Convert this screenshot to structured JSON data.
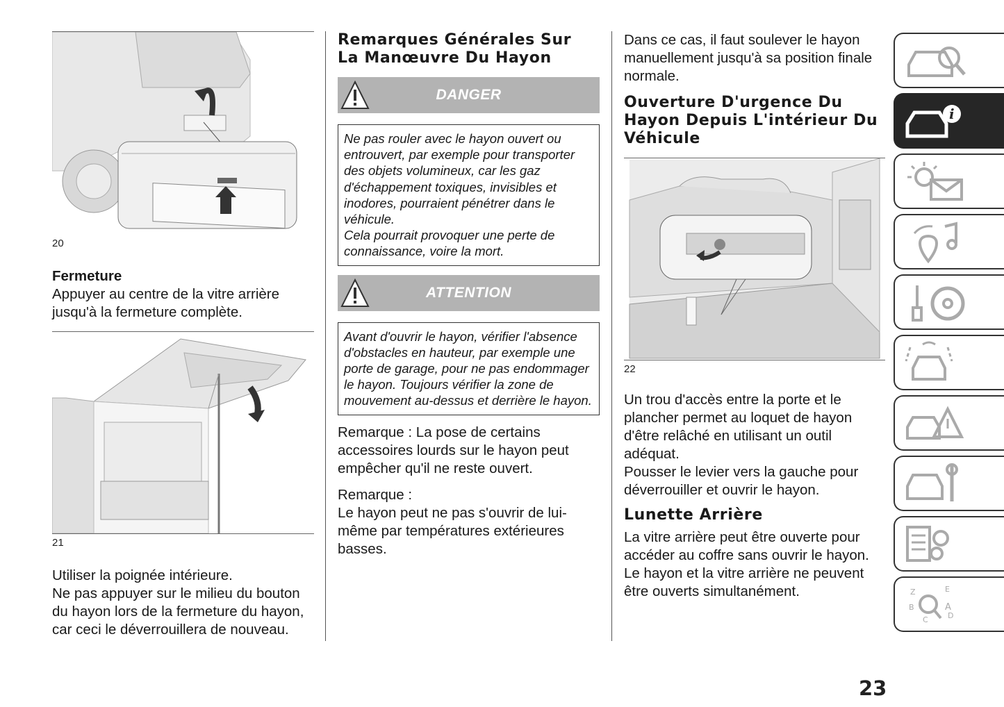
{
  "left": {
    "fig20_num": "20",
    "fermeture_heading": "Fermeture",
    "fermeture_text": "Appuyer au centre de la vitre arrière jusqu'à la fermeture complète.",
    "fig21_num": "21",
    "poignee_text_1": "Utiliser la poignée intérieure.",
    "poignee_text_2": "Ne pas appuyer sur le milieu du bouton du hayon lors de la fermeture du hayon, car ceci le déverrouillera de nouveau."
  },
  "middle": {
    "section_title": "Remarques Générales Sur La Manœuvre Du Hayon",
    "danger_title": "DANGER",
    "danger_text_1": "Ne pas rouler avec le hayon ouvert ou entrouvert, par exemple pour transporter des objets volumineux, car les gaz d'échappement toxiques, invisibles et inodores, pourraient pénétrer dans le véhicule.",
    "danger_text_2": "Cela pourrait provoquer une perte de connaissance, voire la mort.",
    "attention_title": "ATTENTION",
    "attention_text": "Avant d'ouvrir le hayon, vérifier l'absence d'obstacles en hauteur, par exemple une porte de garage, pour ne pas endommager le hayon. Toujours vérifier la zone de mouvement au-dessus et derrière le hayon.",
    "remark1_label": "Remarque :",
    "remark1_text": " La pose de certains accessoires lourds sur le hayon peut empêcher qu'il ne reste ouvert.",
    "remark2_label": "Remarque :",
    "remark2_text": "Le hayon peut ne pas s'ouvrir de lui-même par températures extérieures basses."
  },
  "right": {
    "intro_text": "Dans ce cas, il faut soulever le hayon manuellement jusqu'à sa position finale normale.",
    "urgence_title": "Ouverture D'urgence Du Hayon Depuis L'intérieur Du Véhicule",
    "fig22_num": "22",
    "trou_text": "Un trou d'accès entre la porte et le plancher permet au loquet de hayon d'être relâché en utilisant un outil adéquat.",
    "pousser_text": "Pousser le levier vers la gauche pour déverrouiller et ouvrir le hayon.",
    "lunette_title": "Lunette Arrière",
    "lunette_text": "La vitre arrière peut être ouverte pour accéder au coffre sans ouvrir le hayon. Le hayon et la vitre arrière ne peuvent être ouverts simultanément."
  },
  "tabs": [
    {
      "icon": "car-search-icon"
    },
    {
      "icon": "car-info-icon"
    },
    {
      "icon": "warning-light-message-icon"
    },
    {
      "icon": "location-music-icon"
    },
    {
      "icon": "seat-steering-wheel-icon"
    },
    {
      "icon": "car-lane-assist-icon"
    },
    {
      "icon": "car-warning-triangle-icon"
    },
    {
      "icon": "car-wrench-icon"
    },
    {
      "icon": "specs-gear-icon"
    },
    {
      "icon": "alphabet-index-icon"
    }
  ],
  "page_number": "23",
  "colors": {
    "warning_bar": "#b3b3b3",
    "active_tab": "#262626",
    "text": "#1a1a1a"
  }
}
